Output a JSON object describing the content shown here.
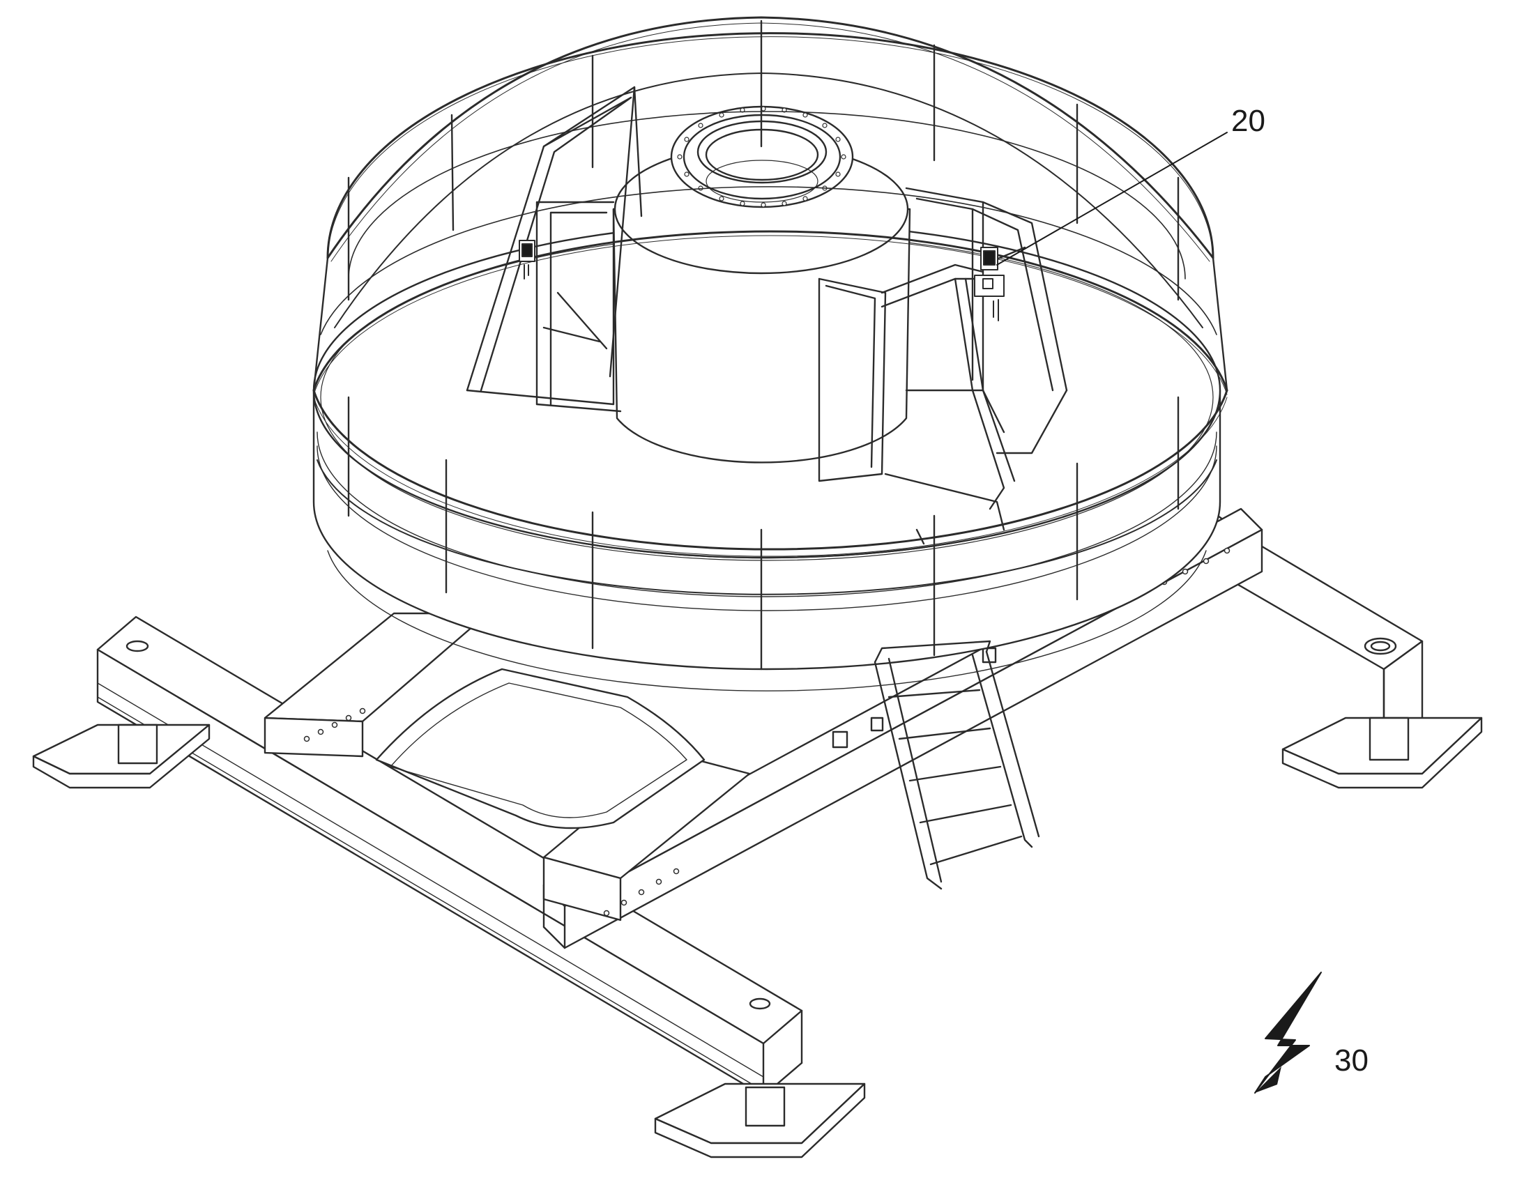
{
  "figure": {
    "reference_numerals": [
      {
        "id": "20",
        "text": "20"
      },
      {
        "id": "30",
        "text": "30"
      }
    ]
  },
  "colors": {
    "stroke": "#2b2b2b",
    "fill": "#ffffff",
    "background": "#ffffff",
    "symbol": "#1a1a1a"
  },
  "icons": {
    "lightning": "lightning-bolt-icon",
    "sensor": "sensor-box-icon"
  }
}
